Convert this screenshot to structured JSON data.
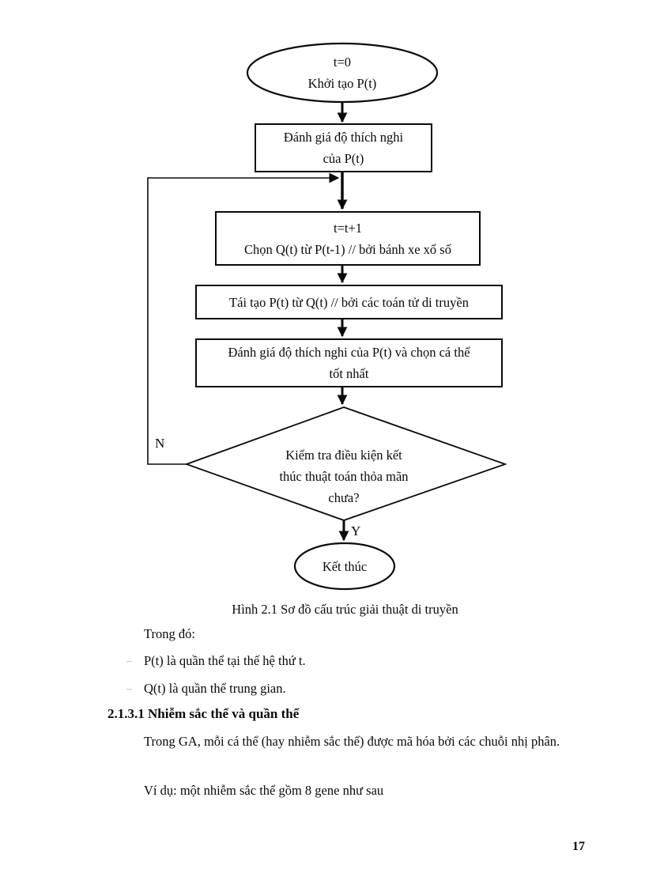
{
  "figure": {
    "caption": "Hình 2.1 Sơ đồ cấu trúc giải thuật di truyền",
    "nodes": {
      "start": "t=0\nKhởi tạo P(t)",
      "evaluate_initial": "Đánh giá độ thích nghi\ncủa P(t)",
      "select": "t=t+1\nChọn Q(t) từ P(t-1) // bởi bánh xe xổ số",
      "recombine": "Tái tạo P(t) từ Q(t) // bởi các toán tử di truyền",
      "evaluate_best": "Đánh giá độ thích nghi của P(t) và chọn cá thể\ntốt nhất",
      "termination_check": "Kiểm tra điều kiện kết\nthúc thuật toán thỏa mãn\nchưa?",
      "end": "Kết thúc"
    },
    "branch_labels": {
      "no": "N",
      "yes": "Y"
    }
  },
  "body": {
    "lead_in": "Trong đó:",
    "bullets": [
      {
        "marker": "–",
        "text": "P(t) là quần thể tại thế hệ thứ t."
      },
      {
        "marker": "–",
        "text": "Q(t) là quần thể trung gian."
      }
    ],
    "heading": "2.1.3.1 Nhiễm sắc thể và quần thể",
    "paragraph": "Trong GA, mỗi cá thể (hay nhiễm sắc thể) được mã hóa bởi các chuỗi nhị phân.",
    "example_line": "Ví dụ: một nhiễm sắc thể gồm 8 gene như sau"
  },
  "page": {
    "number": "17"
  },
  "colors": {
    "ink": "#0a0a0a",
    "paper": "#ffffff",
    "bullet_marker": "#9c9c9c"
  }
}
